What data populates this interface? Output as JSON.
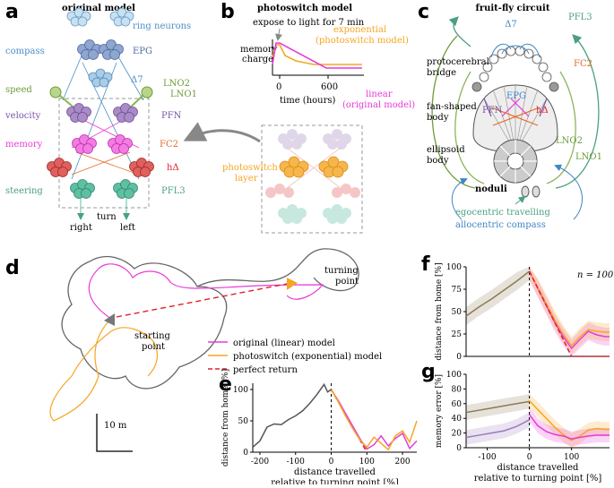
{
  "panel_letters": {
    "a": "a",
    "b": "b",
    "c": "c",
    "d": "d",
    "e": "e",
    "f": "f",
    "g": "g"
  },
  "panel_a": {
    "title": "original model",
    "labels": {
      "ring_neurons": "ring neurons",
      "compass": "compass",
      "epg": "EPG",
      "d7": "Δ7",
      "speed": "speed",
      "lno2": "LNO2",
      "lno1": "LNO1",
      "velocity": "velocity",
      "pfn": "PFN",
      "memory": "memory",
      "fc2": "FC2",
      "hd": "hΔ",
      "steering": "steering",
      "pfl3": "PFL3",
      "turn": "turn",
      "right": "right",
      "left": "left"
    },
    "colors": {
      "ring": "#a9cde6",
      "epg": "#8fa6cf",
      "pfn": "#a98bc6",
      "fc2": "#ee58d8",
      "hd": "#e0605e",
      "pfl3": "#5fbfa3",
      "speed": "#8ab55a",
      "compass_text": "#4b8fc8"
    }
  },
  "panel_b": {
    "title": "photoswitch model",
    "expose": "expose to light for 7 min",
    "ylabel_1": "memory",
    "ylabel_2": "charge",
    "tick_0": "0",
    "tick_600": "600",
    "xlabel": "time (hours)",
    "exp_1": "exponential",
    "exp_2": "(photoswitch model)",
    "lin_1": "linear",
    "lin_2": "(original model)",
    "layer_1": "photoswitch",
    "layer_2": "layer",
    "colors": {
      "exp": "#f5a623",
      "lin": "#e83ad8"
    }
  },
  "panel_c": {
    "title": "fruit-fly circuit",
    "d7": "Δ7",
    "pfl3": "PFL3",
    "fc2": "FC2",
    "epg": "EPG",
    "pfn": "PFN",
    "hd": "hΔ",
    "lno2": "LNO2",
    "lno1": "LNO1",
    "pb": [
      "protocerebral",
      "bridge"
    ],
    "fb": [
      "fan-shaped",
      "body"
    ],
    "eb": [
      "ellipsoid",
      "body"
    ],
    "no": "noduli",
    "ego": "egocentric travelling",
    "allo": "allocentric compass"
  },
  "panel_d": {
    "turning": [
      "turning",
      "point"
    ],
    "starting": [
      "starting",
      "point"
    ],
    "scale": "10 m",
    "legend": [
      {
        "label": "original (linear) model",
        "color": "#e83ad8",
        "style": "solid"
      },
      {
        "label": "photoswitch (exponential) model",
        "color": "#f5a623",
        "style": "solid"
      },
      {
        "label": "perfect return",
        "color": "#e0202a",
        "style": "dashed"
      }
    ]
  },
  "chart_data": [
    {
      "type": "line",
      "panel": "e",
      "ylabel": "distance from home [%]",
      "xlabel": "distance travelled relative to turning point [%]",
      "xticks": [
        "-200",
        "-100",
        "0",
        "100",
        "200"
      ],
      "yticks": [
        "0",
        "50",
        "100"
      ],
      "xlim": [
        -220,
        240
      ],
      "ylim": [
        0,
        110
      ],
      "series": [
        {
          "color": "#555555",
          "x": [
            -220,
            -200,
            -180,
            -160,
            -140,
            -120,
            -100,
            -80,
            -60,
            -40,
            -20,
            -10,
            0
          ],
          "y": [
            8,
            18,
            40,
            45,
            44,
            52,
            58,
            66,
            78,
            92,
            108,
            96,
            100
          ]
        },
        {
          "color": "#e0202a",
          "style": "dashed",
          "x": [
            0,
            100
          ],
          "y": [
            100,
            0
          ]
        },
        {
          "color": "#e83ad8",
          "x": [
            0,
            20,
            40,
            60,
            80,
            100,
            120,
            140,
            160,
            180,
            200,
            220,
            240
          ],
          "y": [
            100,
            82,
            62,
            42,
            22,
            5,
            12,
            26,
            10,
            22,
            30,
            6,
            18
          ]
        },
        {
          "color": "#f5a623",
          "x": [
            0,
            20,
            40,
            60,
            80,
            100,
            120,
            140,
            160,
            180,
            200,
            220,
            240
          ],
          "y": [
            100,
            80,
            58,
            38,
            20,
            8,
            24,
            14,
            4,
            26,
            34,
            16,
            50
          ]
        }
      ]
    },
    {
      "type": "line",
      "panel": "f",
      "ylabel": "distance from home [%]",
      "annotation": "n = 100",
      "yticks": [
        "0",
        "25",
        "50",
        "75",
        "100"
      ],
      "xlim": [
        -150,
        190
      ],
      "ylim": [
        0,
        100
      ],
      "series": [
        {
          "color": "#8b7a55",
          "x": [
            -150,
            -120,
            -90,
            -60,
            -30,
            0
          ],
          "y": [
            45,
            55,
            64,
            74,
            84,
            95
          ]
        },
        {
          "color": "#e83ad8",
          "x": [
            0,
            20,
            40,
            60,
            80,
            100,
            120,
            140,
            160,
            180,
            190
          ],
          "y": [
            95,
            76,
            57,
            38,
            22,
            9,
            19,
            28,
            24,
            22,
            22
          ]
        },
        {
          "color": "#f5a623",
          "x": [
            0,
            20,
            40,
            60,
            80,
            100,
            120,
            140,
            160,
            180,
            190
          ],
          "y": [
            95,
            77,
            59,
            41,
            25,
            12,
            22,
            30,
            28,
            27,
            27
          ]
        },
        {
          "color": "#e0202a",
          "style": "dashed",
          "x": [
            0,
            100,
            190
          ],
          "y": [
            95,
            0,
            0
          ]
        }
      ]
    },
    {
      "type": "line",
      "panel": "g",
      "ylabel": "memory error [%]",
      "xlabel": "distance travelled relative to turning point [%]",
      "xticks": [
        "-100",
        "0",
        "100"
      ],
      "yticks": [
        "0",
        "20",
        "40",
        "60",
        "80",
        "100"
      ],
      "xlim": [
        -150,
        190
      ],
      "ylim": [
        0,
        100
      ],
      "series": [
        {
          "color": "#8b7a55",
          "x": [
            -150,
            -120,
            -90,
            -60,
            -30,
            0
          ],
          "y": [
            48,
            51,
            54,
            57,
            60,
            63
          ]
        },
        {
          "color": "#9b7bc0",
          "x": [
            -150,
            -120,
            -90,
            -60,
            -30,
            0
          ],
          "y": [
            14,
            17,
            20,
            23,
            29,
            38
          ]
        },
        {
          "color": "#f5a623",
          "x": [
            0,
            20,
            40,
            60,
            80,
            100,
            120,
            140,
            160,
            180,
            190
          ],
          "y": [
            64,
            52,
            40,
            28,
            18,
            10,
            16,
            24,
            26,
            25,
            25
          ]
        },
        {
          "color": "#e83ad8",
          "x": [
            0,
            20,
            40,
            60,
            80,
            100,
            120,
            140,
            160,
            180,
            190
          ],
          "y": [
            45,
            30,
            22,
            18,
            16,
            12,
            14,
            16,
            17,
            17,
            17
          ]
        }
      ]
    }
  ]
}
